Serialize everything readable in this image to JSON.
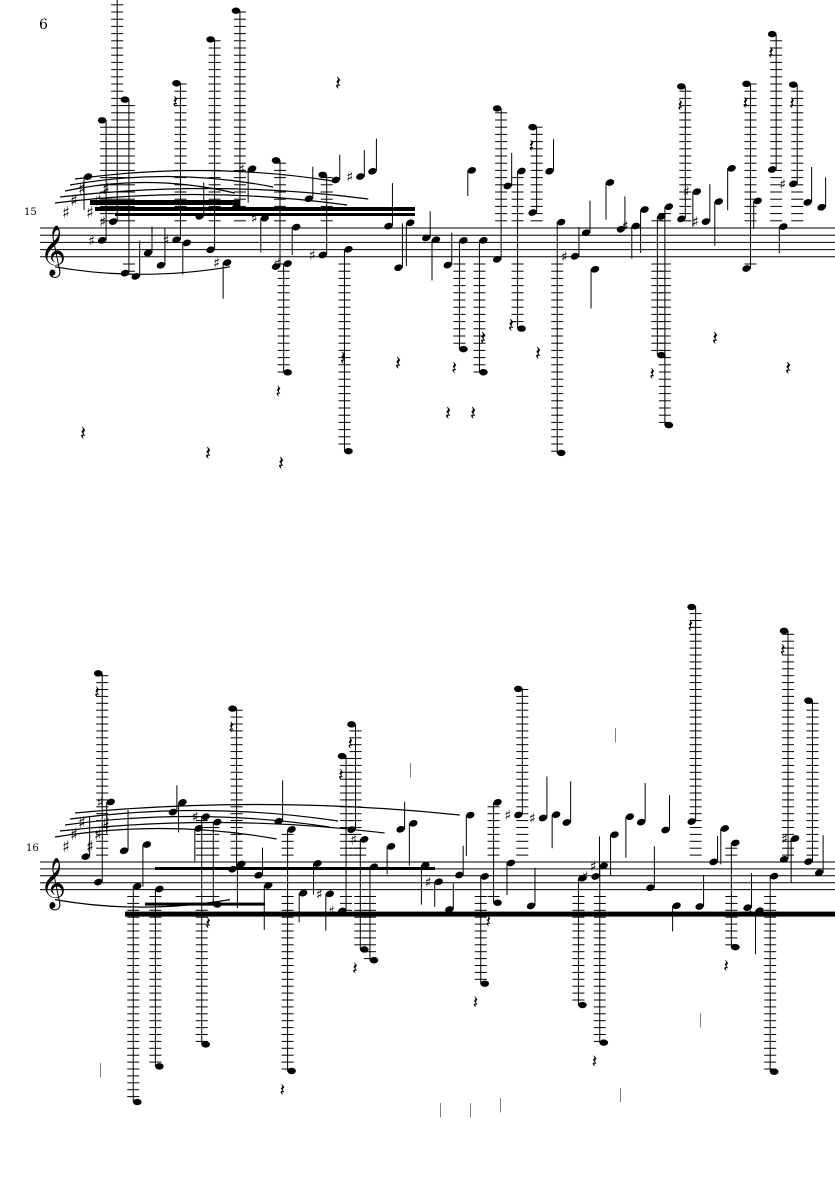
{
  "page_number": "6",
  "systems": [
    {
      "measure_number": "15"
    },
    {
      "measure_number": "16"
    }
  ],
  "ink_color": "#000000"
}
